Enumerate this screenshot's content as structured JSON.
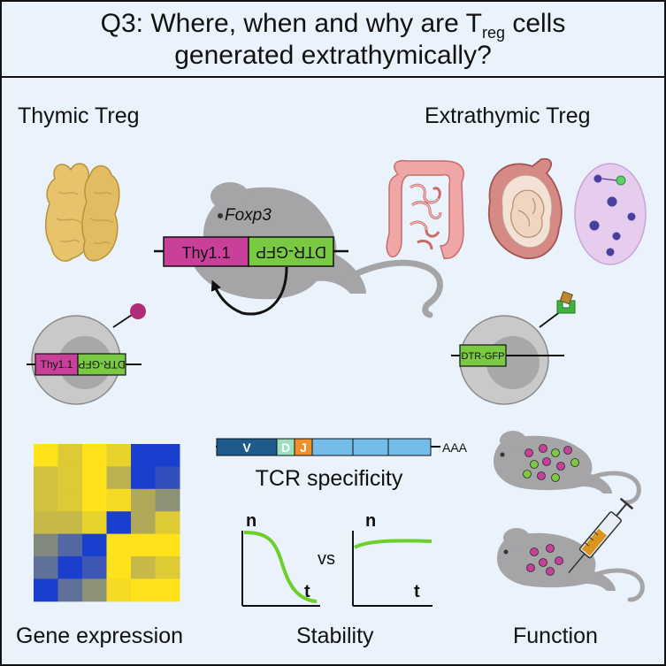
{
  "title": {
    "line1_prefix": "Q3: Where, when and why are T",
    "line1_sub": "reg",
    "line1_suffix": " cells",
    "line2": "generated extrathymically?"
  },
  "sections": {
    "thymic": "Thymic Treg",
    "extrathymic": "Extrathymic Treg",
    "gene_expression": "Gene expression",
    "stability": "Stability",
    "function": "Function"
  },
  "construct": {
    "gene": "Foxp3",
    "thy": "Thy1.1",
    "dtr": "DTR-GFP"
  },
  "thymic_cell": {
    "thy": "Thy1.1",
    "dtr": "DTR-GFP"
  },
  "extrathymic_cell": {
    "dtr": "DTR-GFP"
  },
  "tcr": {
    "label": "TCR specificity",
    "v": "V",
    "d": "D",
    "j": "J",
    "polya": "AAA"
  },
  "stability_plots": {
    "y": "n",
    "x": "t",
    "vs": "vs"
  },
  "colors": {
    "thy": "#c8409a",
    "dtr": "#7ac943",
    "v_segment": "#1e5a8c",
    "c_segment": "#74bde8",
    "j_segment": "#f0902a",
    "d_segment": "#9de0c0",
    "heat_yellow": "#ffe21a",
    "heat_blue": "#1a3fcf",
    "curve": "#6ccf2a"
  },
  "heatmap": [
    [
      0,
      0.15,
      0,
      0.1,
      1,
      1
    ],
    [
      0.2,
      0.15,
      0,
      0.3,
      1,
      0.9
    ],
    [
      0.2,
      0.15,
      0,
      0.05,
      0.35,
      0.5
    ],
    [
      0.25,
      0.25,
      0.1,
      1,
      0.35,
      0.15
    ],
    [
      0.55,
      0.75,
      1,
      0,
      0,
      0
    ],
    [
      0.7,
      1,
      0.85,
      0,
      0.25,
      0.15
    ],
    [
      1,
      0.7,
      0.5,
      0.05,
      0,
      0
    ]
  ]
}
